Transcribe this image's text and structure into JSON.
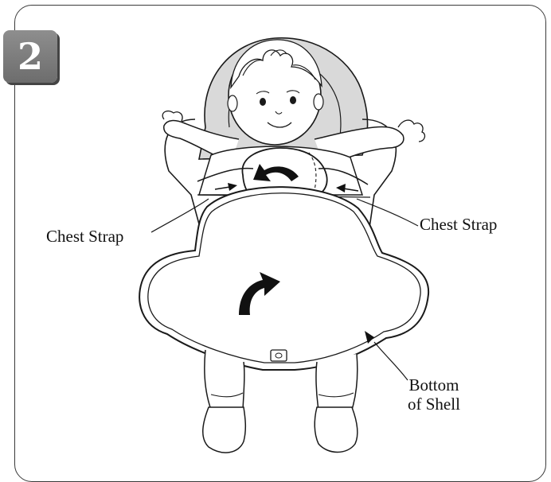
{
  "step": {
    "number": "2"
  },
  "labels": {
    "chest_strap_left": "Chest Strap",
    "chest_strap_right": "Chest Strap",
    "bottom_shell_line1": "Bottom",
    "bottom_shell_line2": "of Shell"
  },
  "colors": {
    "line": "#1a1a1a",
    "seat_shading": "#d9d9d9",
    "badge": "#7a7a7a",
    "arrow_fill": "#111111"
  }
}
